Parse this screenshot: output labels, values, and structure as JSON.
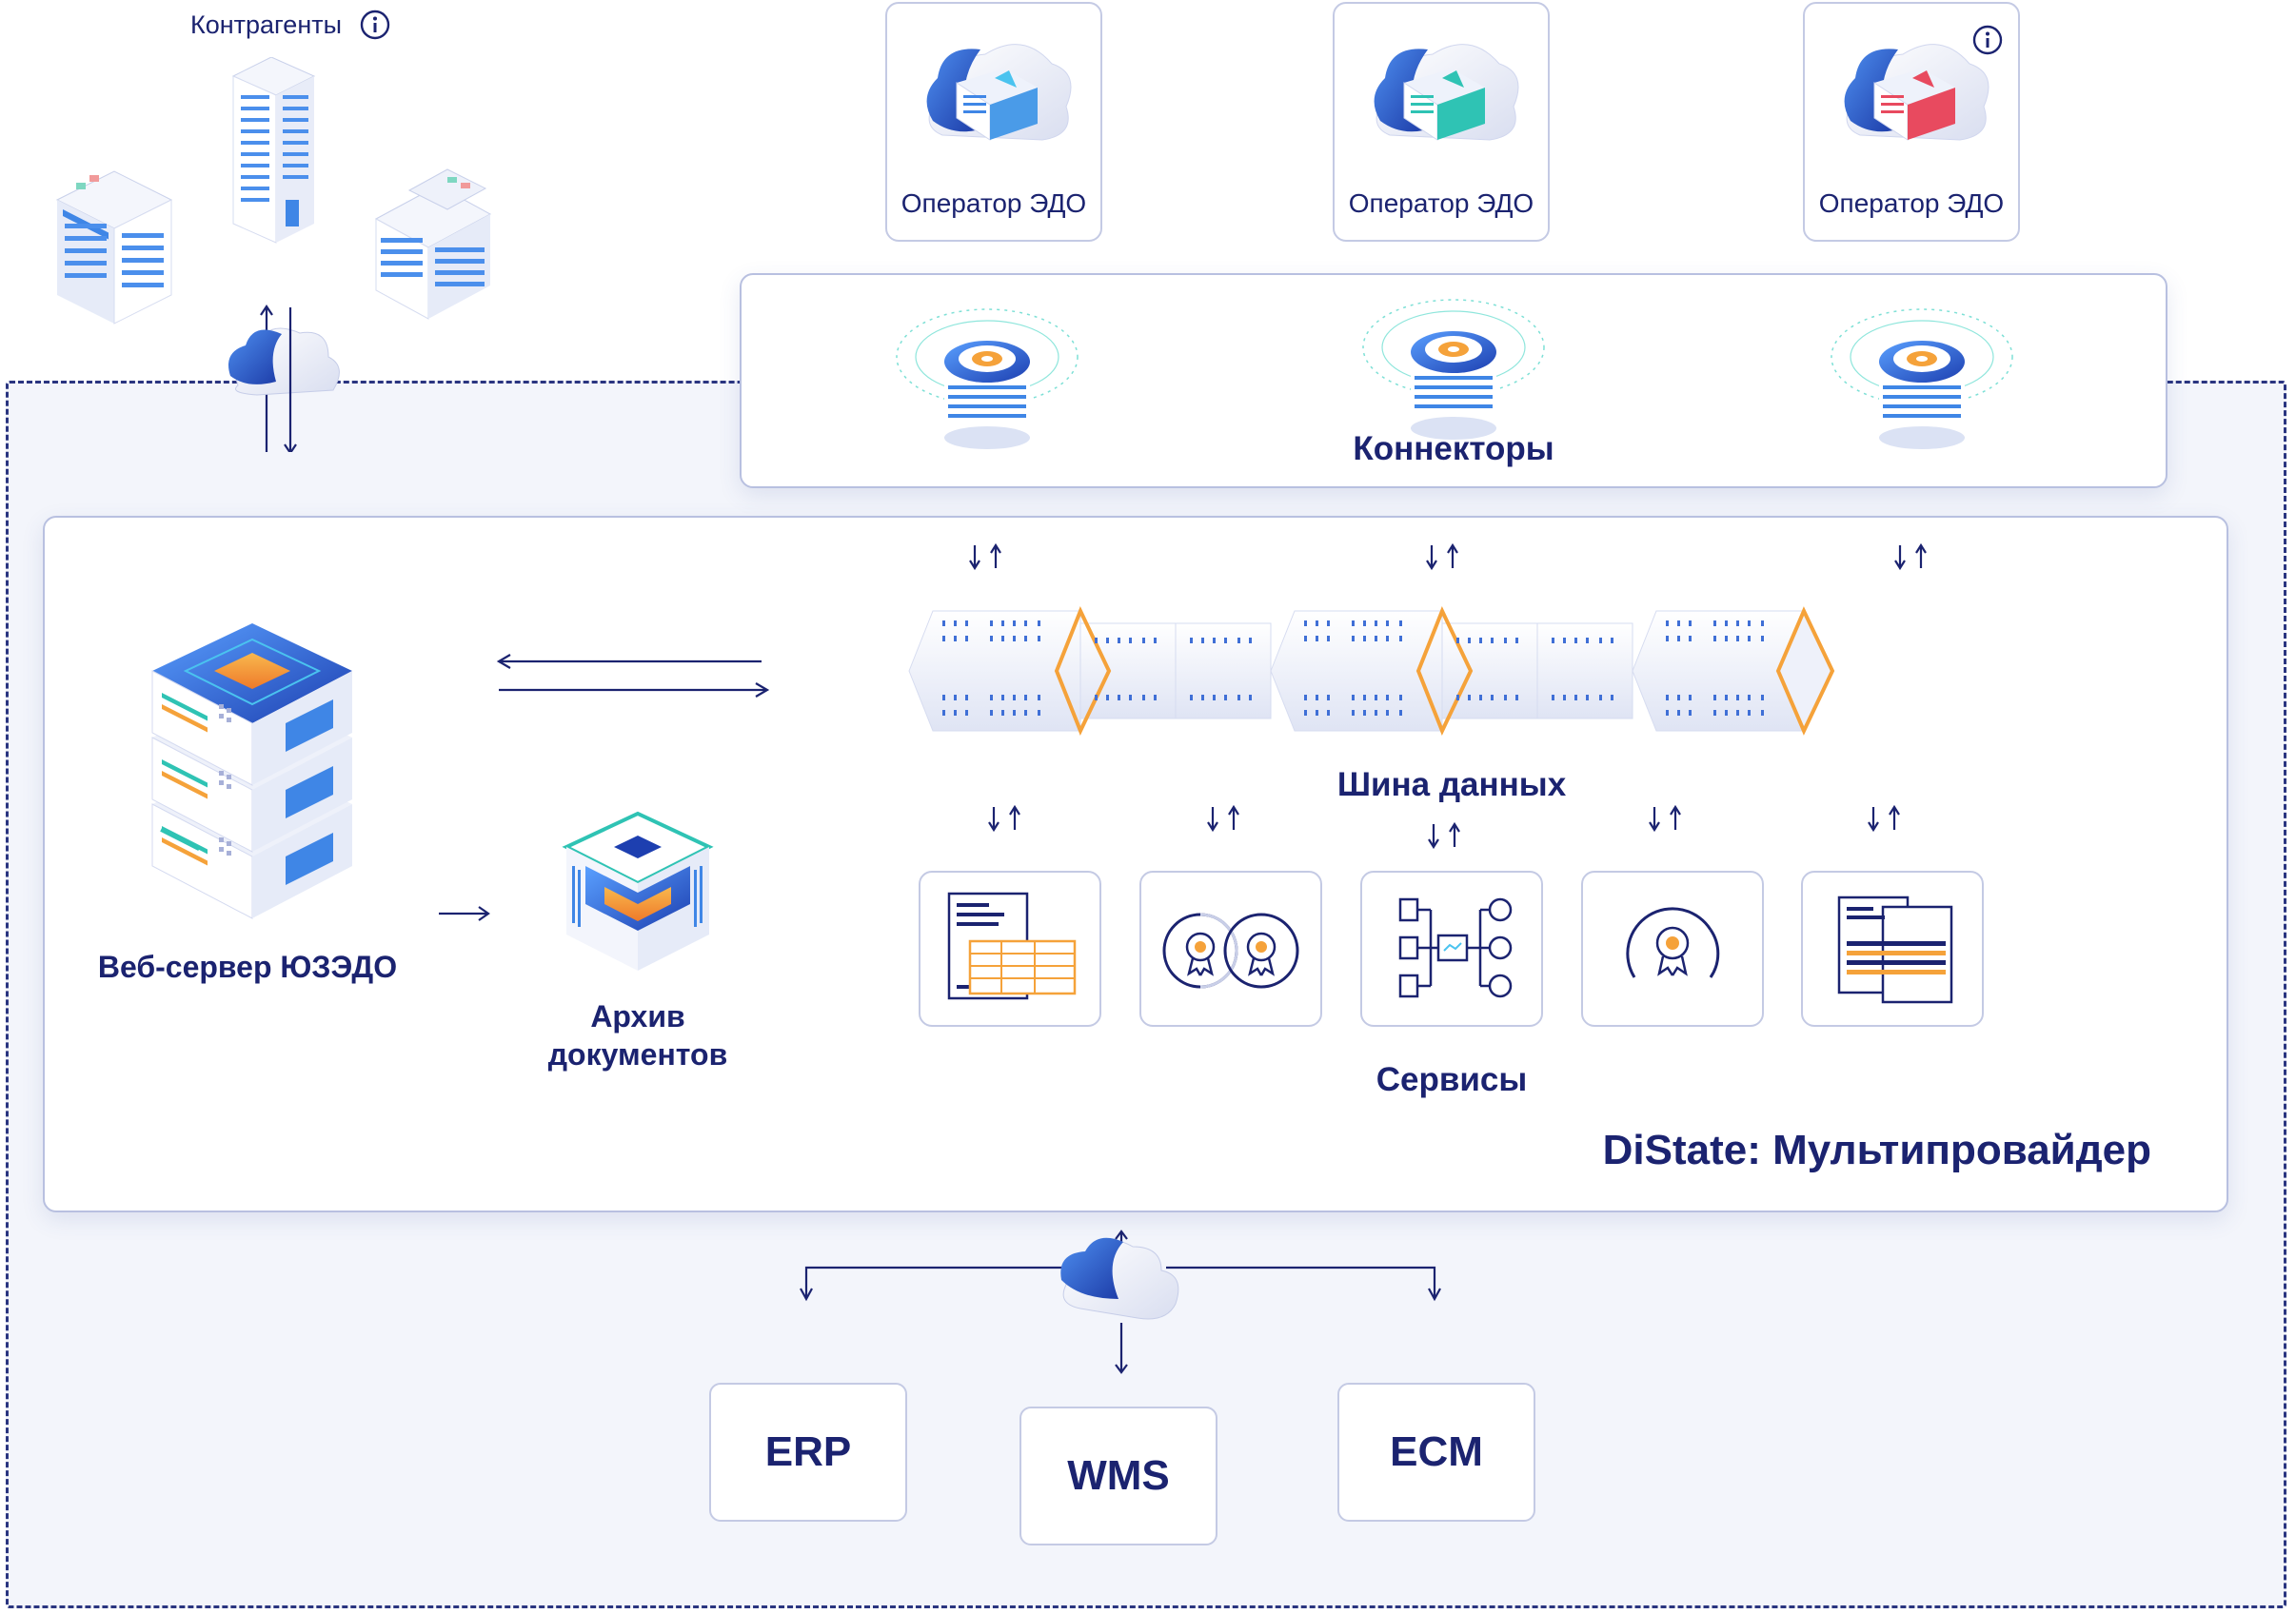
{
  "counterparties": {
    "label": "Контрагенты"
  },
  "operators": [
    {
      "label": "Оператор ЭДО"
    },
    {
      "label": "Оператор ЭДО"
    },
    {
      "label": "Оператор ЭДО"
    }
  ],
  "connectors": {
    "label": "Коннекторы"
  },
  "web_server": {
    "label": "Веб-сервер ЮЗЭДО"
  },
  "archive": {
    "label_line1": "Архив",
    "label_line2": "документов"
  },
  "data_bus": {
    "label": "Шина данных"
  },
  "services": {
    "label": "Сервисы"
  },
  "product": {
    "label": "DiState: Мультипровайдер"
  },
  "systems": [
    {
      "label": "ERP"
    },
    {
      "label": "WMS"
    },
    {
      "label": "ECM"
    }
  ],
  "colors": {
    "navy": "#1b2370",
    "blue": "#2f6fd6",
    "orange": "#f5a23a",
    "teal": "#2fc3b4",
    "red": "#e84a5f"
  },
  "icons": [
    "info-icon",
    "building-icon",
    "cloud-icon",
    "server-icon",
    "connector-icon",
    "archive-icon",
    "document-icon",
    "certificate-icon",
    "flow-icon"
  ]
}
